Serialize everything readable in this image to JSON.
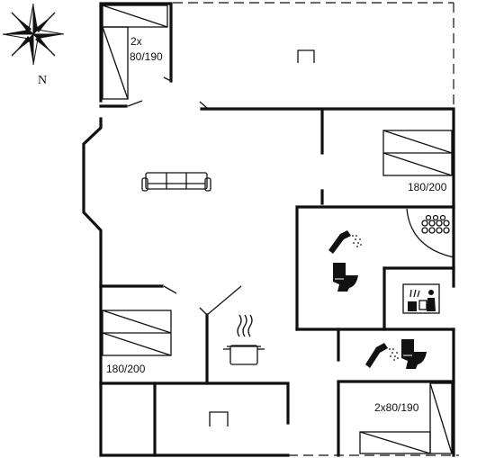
{
  "plan": {
    "compass_letter": "N",
    "bed_label_1_line1": "2x",
    "bed_label_1_line2": "80/190",
    "bed_label_2": "180/200",
    "bed_label_3": "180/200",
    "bed_label_4": "2x80/190"
  },
  "icons": [
    "compass-icon",
    "stair-icon",
    "bed-icon",
    "sofa-icon",
    "jacuzzi-icon",
    "shower-icon",
    "toilet-icon",
    "sauna-icon",
    "cooking-pot-icon"
  ]
}
